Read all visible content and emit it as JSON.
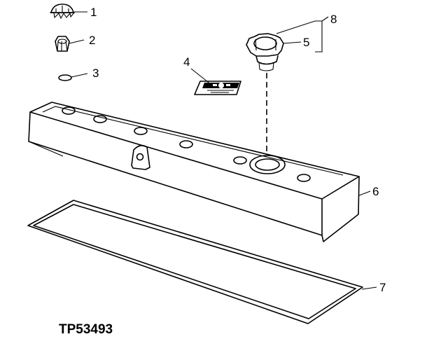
{
  "figure_id": "TP53493",
  "callouts": {
    "c1": "1",
    "c2": "2",
    "c3": "3",
    "c4": "4",
    "c5": "5",
    "c6": "6",
    "c7": "7",
    "c8": "8"
  }
}
